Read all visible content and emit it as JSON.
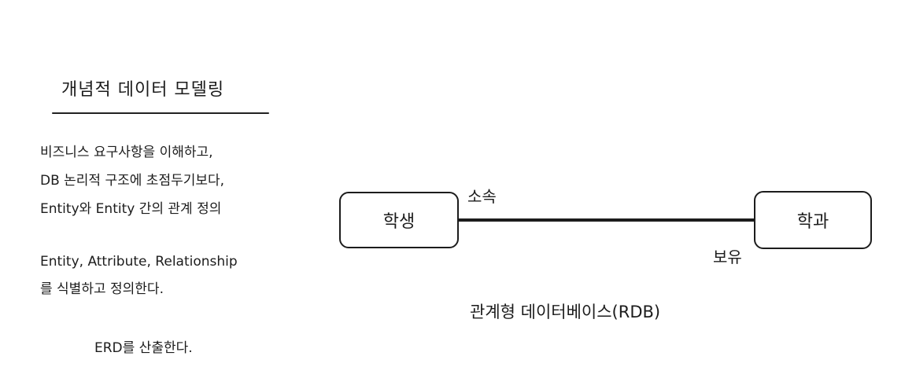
{
  "left_panel": {
    "title": "개념적 데이터 모델링",
    "description_lines": [
      "비즈니스 요구사항을 이해하고,",
      "DB 논리적 구조에 초점두기보다,",
      "Entity와 Entity 간의 관계 정의"
    ],
    "identify_lines": [
      "Entity, Attribute, Relationship",
      "를 식별하고 정의한다."
    ],
    "output": "ERD를 산출한다."
  },
  "diagram": {
    "entity_left": "학생",
    "entity_right": "학과",
    "relation_top_label": "소속",
    "relation_bottom_label": "보유",
    "caption": "관계형 데이터베이스(RDB)"
  }
}
